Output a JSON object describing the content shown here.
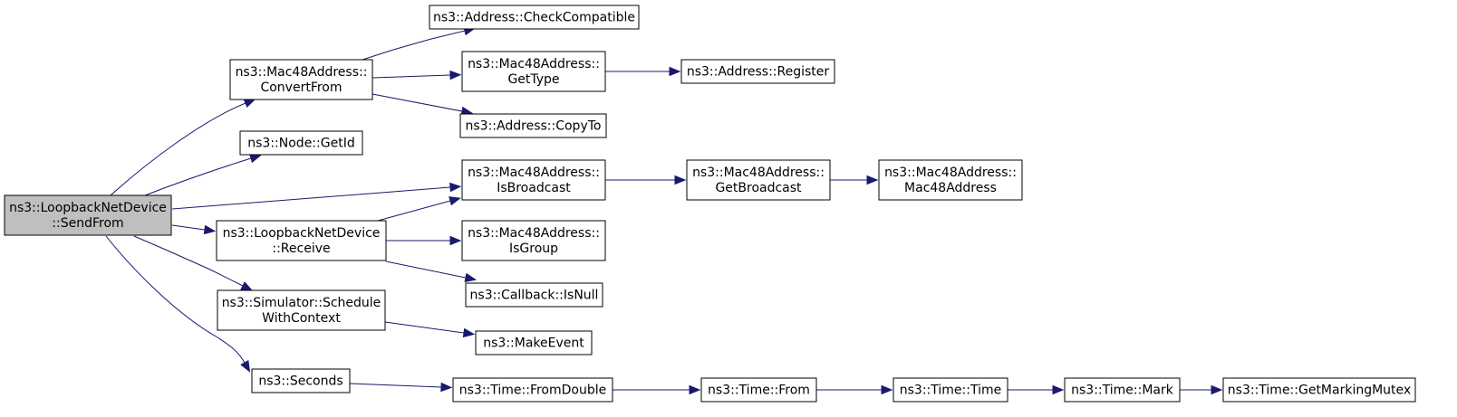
{
  "diagram": {
    "nodes": [
      {
        "id": "sendfrom",
        "lines": [
          "ns3::LoopbackNetDevice",
          "::SendFrom"
        ],
        "highlighted": true
      },
      {
        "id": "convertfrom",
        "lines": [
          "ns3::Mac48Address::",
          "ConvertFrom"
        ]
      },
      {
        "id": "checkcompatible",
        "lines": [
          "ns3::Address::CheckCompatible"
        ]
      },
      {
        "id": "gettype",
        "lines": [
          "ns3::Mac48Address::",
          "GetType"
        ]
      },
      {
        "id": "register",
        "lines": [
          "ns3::Address::Register"
        ]
      },
      {
        "id": "copyto",
        "lines": [
          "ns3::Address::CopyTo"
        ]
      },
      {
        "id": "getid",
        "lines": [
          "ns3::Node::GetId"
        ]
      },
      {
        "id": "isbroadcast",
        "lines": [
          "ns3::Mac48Address::",
          "IsBroadcast"
        ]
      },
      {
        "id": "getbroadcast",
        "lines": [
          "ns3::Mac48Address::",
          "GetBroadcast"
        ]
      },
      {
        "id": "mac48address",
        "lines": [
          "ns3::Mac48Address::",
          "Mac48Address"
        ]
      },
      {
        "id": "receive",
        "lines": [
          "ns3::LoopbackNetDevice",
          "::Receive"
        ]
      },
      {
        "id": "isgroup",
        "lines": [
          "ns3::Mac48Address::",
          "IsGroup"
        ]
      },
      {
        "id": "isnull",
        "lines": [
          "ns3::Callback::IsNull"
        ]
      },
      {
        "id": "schedule",
        "lines": [
          "ns3::Simulator::Schedule",
          "WithContext"
        ]
      },
      {
        "id": "makeevent",
        "lines": [
          "ns3::MakeEvent"
        ]
      },
      {
        "id": "seconds",
        "lines": [
          "ns3::Seconds"
        ]
      },
      {
        "id": "fromdouble",
        "lines": [
          "ns3::Time::FromDouble"
        ]
      },
      {
        "id": "from",
        "lines": [
          "ns3::Time::From"
        ]
      },
      {
        "id": "time",
        "lines": [
          "ns3::Time::Time"
        ]
      },
      {
        "id": "mark",
        "lines": [
          "ns3::Time::Mark"
        ]
      },
      {
        "id": "getmarkingmutex",
        "lines": [
          "ns3::Time::GetMarkingMutex"
        ]
      }
    ],
    "edges": [
      {
        "from": "sendfrom",
        "to": "convertfrom"
      },
      {
        "from": "sendfrom",
        "to": "getid"
      },
      {
        "from": "sendfrom",
        "to": "isbroadcast"
      },
      {
        "from": "sendfrom",
        "to": "receive"
      },
      {
        "from": "sendfrom",
        "to": "schedule"
      },
      {
        "from": "sendfrom",
        "to": "seconds"
      },
      {
        "from": "convertfrom",
        "to": "checkcompatible"
      },
      {
        "from": "convertfrom",
        "to": "gettype"
      },
      {
        "from": "convertfrom",
        "to": "copyto"
      },
      {
        "from": "gettype",
        "to": "register"
      },
      {
        "from": "isbroadcast",
        "to": "getbroadcast"
      },
      {
        "from": "getbroadcast",
        "to": "mac48address"
      },
      {
        "from": "receive",
        "to": "isbroadcast"
      },
      {
        "from": "receive",
        "to": "isgroup"
      },
      {
        "from": "receive",
        "to": "isnull"
      },
      {
        "from": "schedule",
        "to": "makeevent"
      },
      {
        "from": "seconds",
        "to": "fromdouble"
      },
      {
        "from": "fromdouble",
        "to": "from"
      },
      {
        "from": "from",
        "to": "time"
      },
      {
        "from": "time",
        "to": "mark"
      },
      {
        "from": "mark",
        "to": "getmarkingmutex"
      }
    ]
  }
}
